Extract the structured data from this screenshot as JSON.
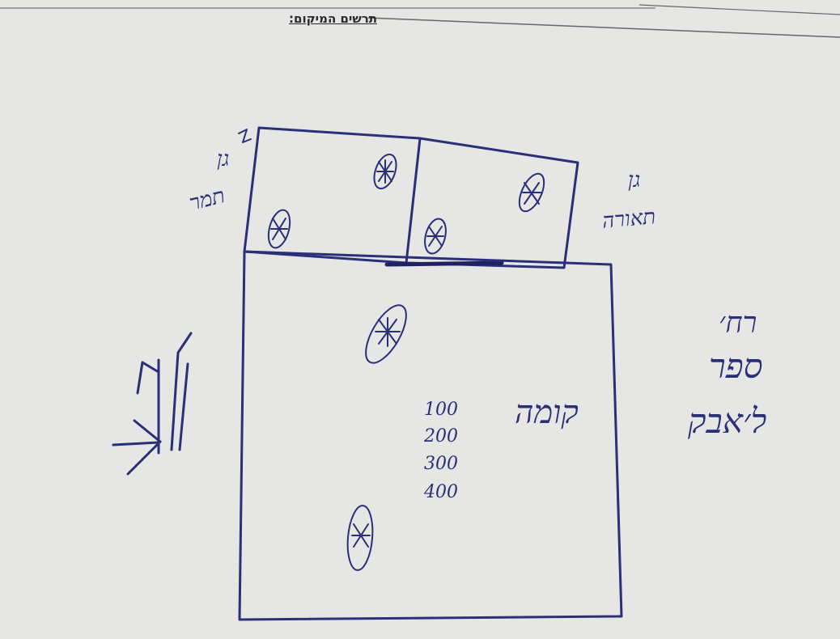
{
  "page": {
    "title": "תרשים המיקום:"
  },
  "sketch": {
    "colors": {
      "ink": "#2b2f78",
      "paper": "#e2e2e2"
    },
    "labels": {
      "garden_left_line1": "גן",
      "garden_left_line2": "תמר",
      "garden_right_line1": "גן",
      "garden_right_line2": "תאורה",
      "street_line1": "רח׳",
      "street_line2": "ספר",
      "street_line3": "ל׳אבק",
      "floor_word": "קומה",
      "floors": [
        "100",
        "200",
        "300",
        "400"
      ]
    },
    "icons": [
      "camera-mark-icon",
      "entrance-arrow-icon"
    ]
  }
}
